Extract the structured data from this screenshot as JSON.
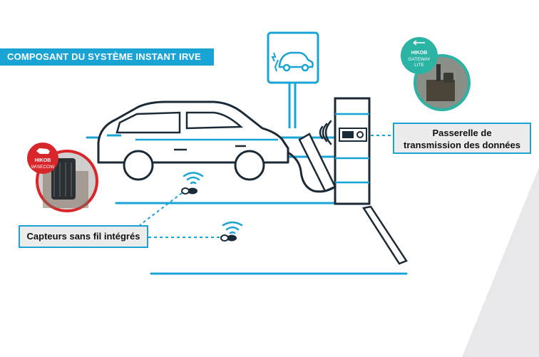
{
  "title": "COMPOSANT DU SYSTÈME INSTANT IRVE",
  "callouts": {
    "gateway_line1": "Passerelle de",
    "gateway_line2": "transmission des données",
    "sensors": "Capteurs sans fil intégrés"
  },
  "badges": {
    "wisecow_brand": "HIKOB",
    "wisecow_product": "WISECOW",
    "gateway_brand": "HIKOB",
    "gateway_product_line1": "GATEWAY",
    "gateway_product_line2": "LITE"
  },
  "colors": {
    "accent_blue": "#1aa4d6",
    "outline_dark": "#1a2a36",
    "wisecow_red": "#d9262a",
    "gateway_teal": "#2bb3a3",
    "callout_bg": "#ececec"
  },
  "icons": [
    "ev-charging-sign-icon",
    "wifi-signal-icon",
    "sensor-puck-icon"
  ]
}
